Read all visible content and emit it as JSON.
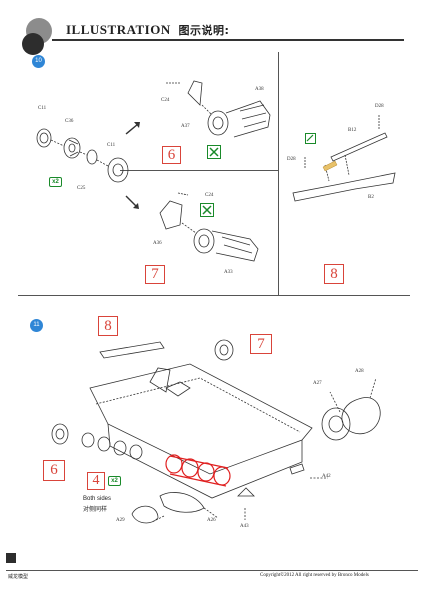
{
  "header": {
    "title_en": "ILLUSTRATION",
    "title_cn": "图示说明:"
  },
  "steps": [
    {
      "number": "10"
    },
    {
      "number": "11"
    }
  ],
  "step10": {
    "subA": {
      "labels": [
        "C11",
        "C36",
        "C25",
        "C11"
      ],
      "multiplier": "x2"
    },
    "sub6": {
      "box": "6",
      "labels": [
        "C24",
        "A37",
        "A38"
      ]
    },
    "sub7": {
      "box": "7",
      "labels": [
        "C24",
        "A36",
        "A33"
      ]
    },
    "sub8": {
      "box": "8",
      "labels": [
        "D28",
        "B12",
        "D28",
        "B2"
      ]
    }
  },
  "step11": {
    "boxes": {
      "b8": "8",
      "b7": "7",
      "b6": "6",
      "b4": "4"
    },
    "multiplier": "x2",
    "note_en": "Both sides",
    "note_cn": "对侧同样",
    "labels": [
      "A27",
      "A28",
      "A42",
      "A26",
      "A29",
      "A43"
    ]
  },
  "footer": {
    "left": "威龙模型",
    "right": "Copyright©2012 All right reserved by Bronco Models"
  },
  "colors": {
    "accent_red": "#d9443a",
    "accent_green": "#1a8a2a",
    "step_blue": "#2f86d6"
  }
}
